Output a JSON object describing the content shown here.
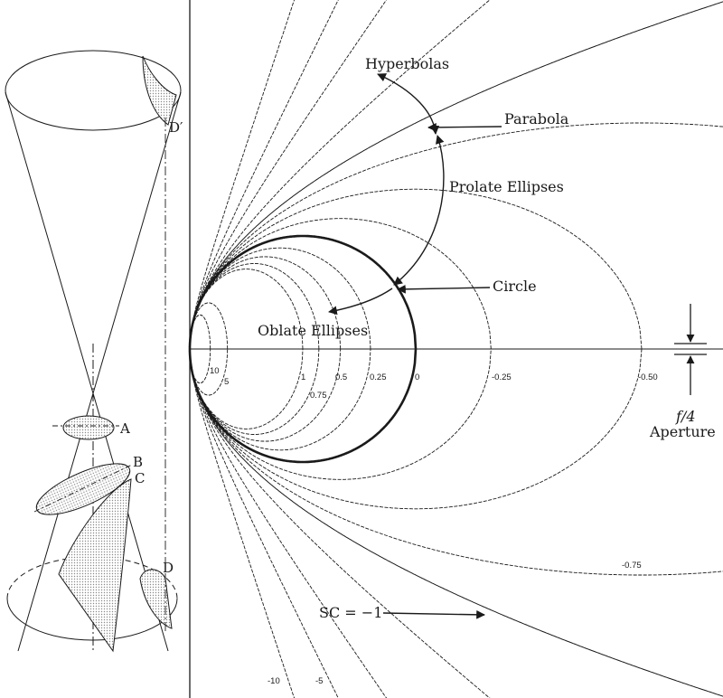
{
  "colors": {
    "ink": "#1a1a1a",
    "shade": "#bdbdbd",
    "paper": "#ffffff"
  },
  "cone": {
    "labels": {
      "a": "A",
      "b": "B",
      "c": "C",
      "d": "D",
      "d_prime": "D′"
    }
  },
  "annotations": {
    "hyperbolas": "Hyperbolas",
    "parabola": "Parabola",
    "prolate": "Prolate Ellipses",
    "circle": "Circle",
    "oblate": "Oblate Ellipses",
    "sc_label": "SC = −1",
    "aperture_ratio": "f/4",
    "aperture": "Aperture"
  },
  "curve_values": {
    "oblate": [
      "10",
      "5",
      "1",
      "0.75",
      "0.5",
      "0.25"
    ],
    "circle": "0",
    "prolate": [
      "-0.25",
      "-0.50",
      "-0.75"
    ],
    "hyperbola": [
      "-10",
      "-5"
    ]
  }
}
